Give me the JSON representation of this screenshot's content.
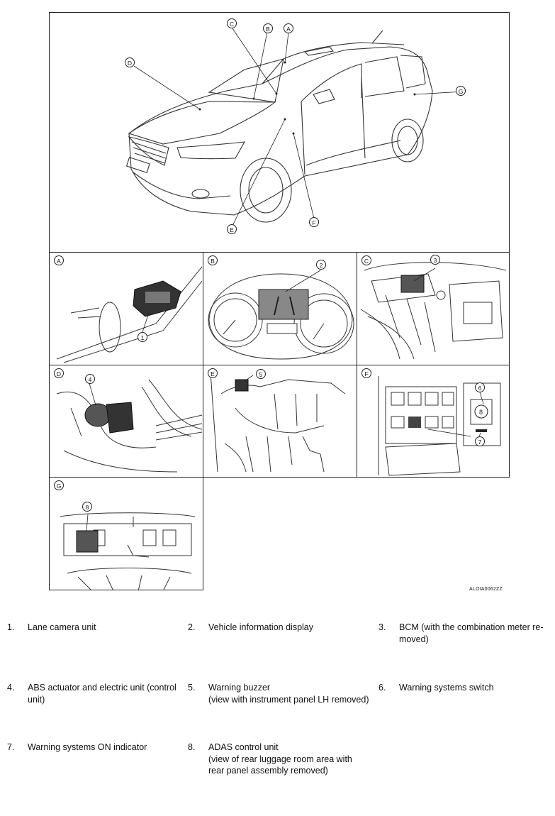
{
  "figure_id": "ALOIA0062ZZ",
  "overview_callouts": {
    "A": "A",
    "B": "B",
    "C": "C",
    "D": "D",
    "E": "E",
    "F": "F",
    "G": "G"
  },
  "detail_panels": [
    {
      "letter": "A",
      "parts": [
        "1"
      ]
    },
    {
      "letter": "B",
      "parts": [
        "2"
      ]
    },
    {
      "letter": "C",
      "parts": [
        "3"
      ]
    },
    {
      "letter": "D",
      "parts": [
        "4"
      ]
    },
    {
      "letter": "E",
      "parts": [
        "5"
      ]
    },
    {
      "letter": "F",
      "parts": [
        "6",
        "7"
      ]
    },
    {
      "letter": "G",
      "parts": [
        "8"
      ]
    }
  ],
  "legend": [
    {
      "num": "1.",
      "lines": [
        "Lane camera unit"
      ]
    },
    {
      "num": "2.",
      "lines": [
        "Vehicle information display"
      ]
    },
    {
      "num": "3.",
      "lines": [
        "BCM (with the combination meter re-",
        "moved)"
      ]
    },
    {
      "num": "4.",
      "lines": [
        "ABS actuator and electric unit (control",
        "unit)"
      ]
    },
    {
      "num": "5.",
      "lines": [
        "Warning buzzer",
        "(view with instrument panel LH removed)"
      ]
    },
    {
      "num": "6.",
      "lines": [
        "Warning systems switch"
      ]
    },
    {
      "num": "7.",
      "lines": [
        "Warning systems ON indicator"
      ]
    },
    {
      "num": "8.",
      "lines": [
        "ADAS control unit",
        "(view of rear luggage room area with",
        "rear panel assembly removed)"
      ]
    }
  ]
}
